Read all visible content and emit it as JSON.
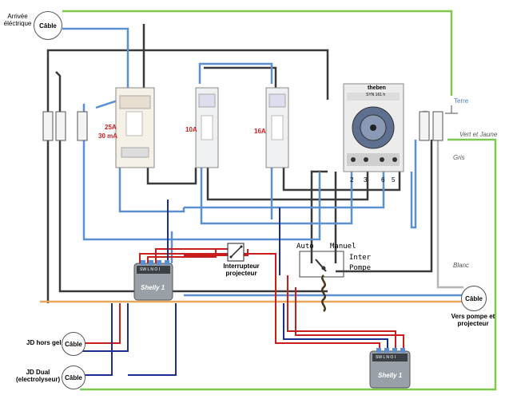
{
  "labels": {
    "arrivee": "Arrivée éléctrique",
    "cable": "Câble",
    "breaker_25": "25A",
    "breaker_25_ma": "30 mA",
    "breaker_10": "10A",
    "breaker_16": "16A",
    "timer_brand": "theben",
    "timer_model": "SYN 161 h",
    "timer_terms": [
      "2",
      "3",
      "6",
      "5"
    ],
    "terre": "Terre",
    "vert_jaune": "Vert et Jaune",
    "gris": "Gris",
    "blanc": "Blanc",
    "auto": "Auto",
    "manuel": "Manuel",
    "inter": "Inter",
    "pompe": "Pompe",
    "interrupteur": "Interrupteur projecteur",
    "shelly": "Shelly 1",
    "shelly_terms": "SW L N O I",
    "vers": "Vers pompe et projecteur",
    "jd_hors_gel": "JD hors gel",
    "jd_dual": "JD Dual (electrolyseur)"
  },
  "colors": {
    "blue": "#5b8fd0",
    "dark": "#3a3a3a",
    "red": "#c81e1e",
    "navy": "#1a2f8f",
    "green": "#7ec850",
    "grey": "#b5b5b5",
    "orange": "#e8a85a",
    "brown": "#4a3518"
  }
}
